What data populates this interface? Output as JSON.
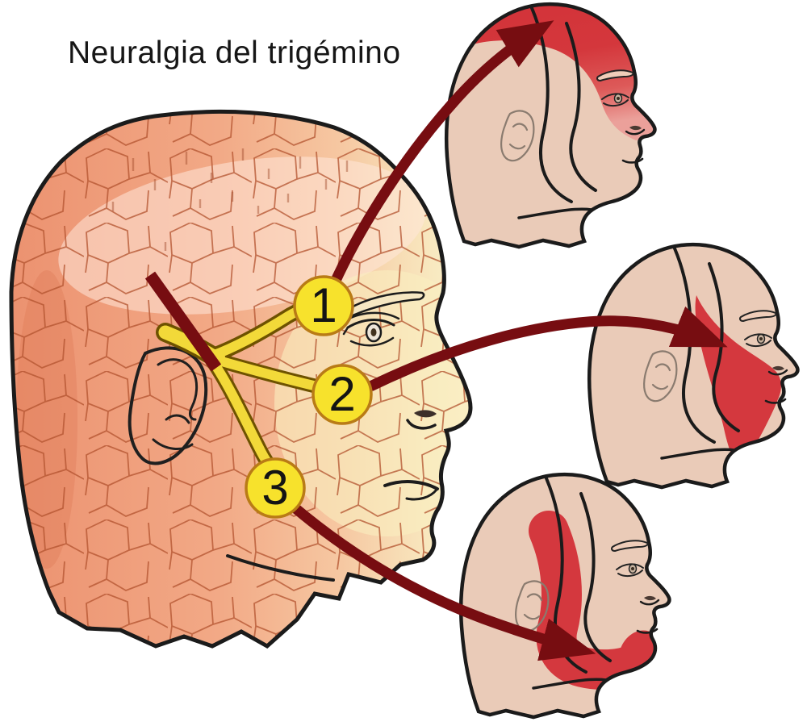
{
  "title": "Neuralgia del trigémino",
  "branch_markers": [
    {
      "label": "1"
    },
    {
      "label": "2"
    },
    {
      "label": "3"
    }
  ],
  "colors": {
    "background": "#ffffff",
    "title_text": "#161616",
    "outline": "#1b1b1b",
    "main_head_base": "#EE9A79",
    "main_head_face": "#F8E9C0",
    "mosaic_line": "#B2532F",
    "nerve_yellow": "#F2D939",
    "nerve_outline": "#6E5200",
    "nerve_root_red": "#770D11",
    "branch_circle_fill": "#F7E22C",
    "branch_circle_stroke": "#B97B16",
    "number_text": "#141414",
    "arrow_red": "#770D11",
    "detail_head_skin": "#EACBB8",
    "detail_line": "#8A7B6F",
    "pain_region_red": "#D4383E",
    "pain_region_red_light": "#EBA09A"
  }
}
